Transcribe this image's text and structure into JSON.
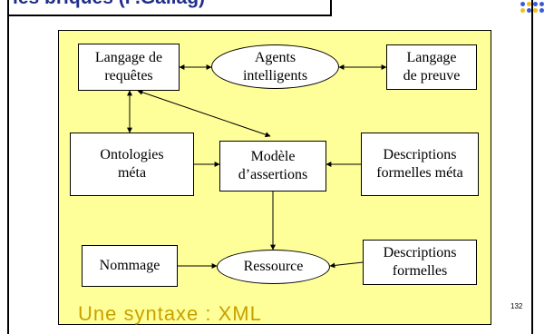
{
  "slide": {
    "title": "les briques (P.Gallag)",
    "page_number": "132"
  },
  "diagram": {
    "footer": "Une syntaxe : XML",
    "nodes": {
      "langage_requetes": {
        "lines": [
          "Langage de",
          "requêtes"
        ]
      },
      "agents": {
        "lines": [
          "Agents",
          "intelligents"
        ]
      },
      "langage_preuve": {
        "lines": [
          "Langage",
          "de preuve"
        ]
      },
      "ontologies": {
        "lines": [
          "Ontologies",
          "méta"
        ]
      },
      "modele": {
        "lines": [
          "Modèle",
          "d’assertions"
        ]
      },
      "descriptions_meta": {
        "lines": [
          "Descriptions",
          "formelles méta"
        ]
      },
      "nommage": {
        "lines": [
          "Nommage"
        ]
      },
      "ressource": {
        "lines": [
          "Ressource"
        ]
      },
      "descriptions_formelles": {
        "lines": [
          "Descriptions",
          "formelles"
        ]
      }
    }
  },
  "colors": {
    "panel_background": "#ffff99",
    "title": "#1f2f8a",
    "footer": "#c8a000"
  }
}
